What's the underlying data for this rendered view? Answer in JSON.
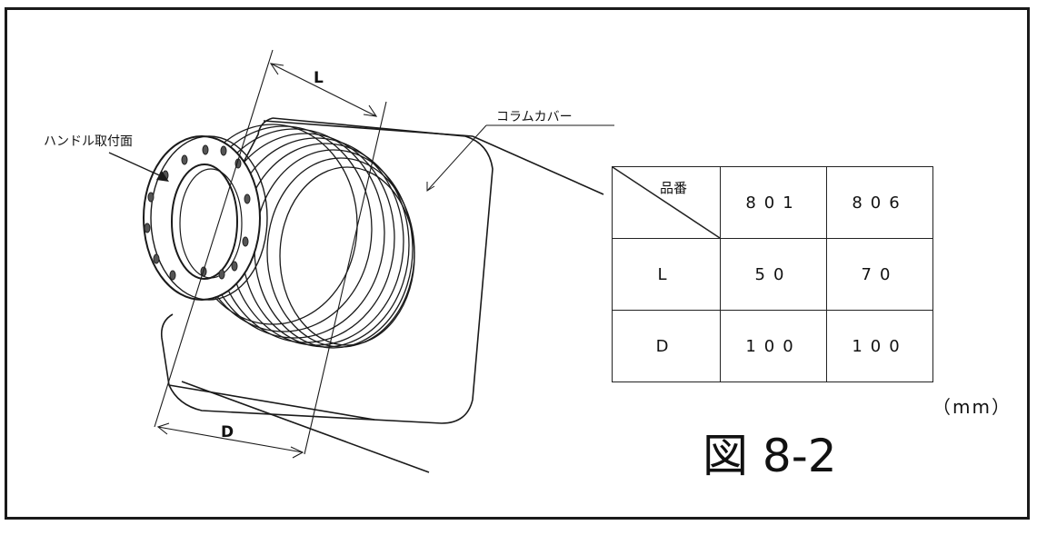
{
  "labels": {
    "handle_mount_face": "ハンドル取付面",
    "column_cover": "コラムカバー",
    "dim_L": "L",
    "dim_D": "D"
  },
  "table": {
    "header_label": "品番",
    "columns": [
      "801",
      "806"
    ],
    "rows": [
      {
        "label": "L",
        "values": [
          "50",
          "70"
        ]
      },
      {
        "label": "D",
        "values": [
          "100",
          "100"
        ]
      }
    ]
  },
  "unit": "（mm）",
  "figure_title": "図 8-2"
}
